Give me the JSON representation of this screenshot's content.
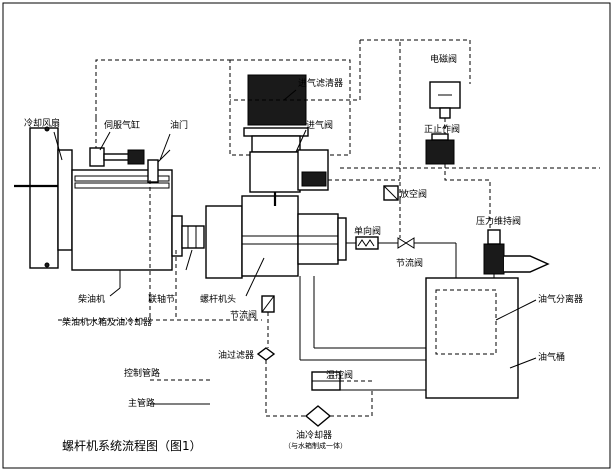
{
  "labels": {
    "cooling_fan": "冷却风扇",
    "servo_cylinder": "伺服气缸",
    "throttle": "油门",
    "intake_filter": "进气滤清器",
    "intake_valve": "进气阀",
    "solenoid_valve": "电磁阀",
    "positive_stop_valve": "正止作阀",
    "vent_valve": "放空阀",
    "check_valve": "单向阀",
    "throttle_valve_right": "节流阀",
    "pressure_maintain_valve": "压力维持阀",
    "diesel_engine": "柴油机",
    "coupling": "联轴节",
    "screw_head": "螺杆机头",
    "oil_gas_separator": "油气分离器",
    "radiator_note": "柴油机水箱及油冷却器",
    "throttle_valve_lower": "节流阀",
    "oil_filter": "油过滤器",
    "oil_gas_tank": "油气桶",
    "temp_control_valve": "温控阀",
    "oil_cooler": "油冷却器",
    "oil_cooler_note": "（与水箱制成一体）",
    "legend_control_line": "控制管路",
    "legend_main_line": "主管路",
    "title": "螺杆机系统流程图（图1）"
  }
}
